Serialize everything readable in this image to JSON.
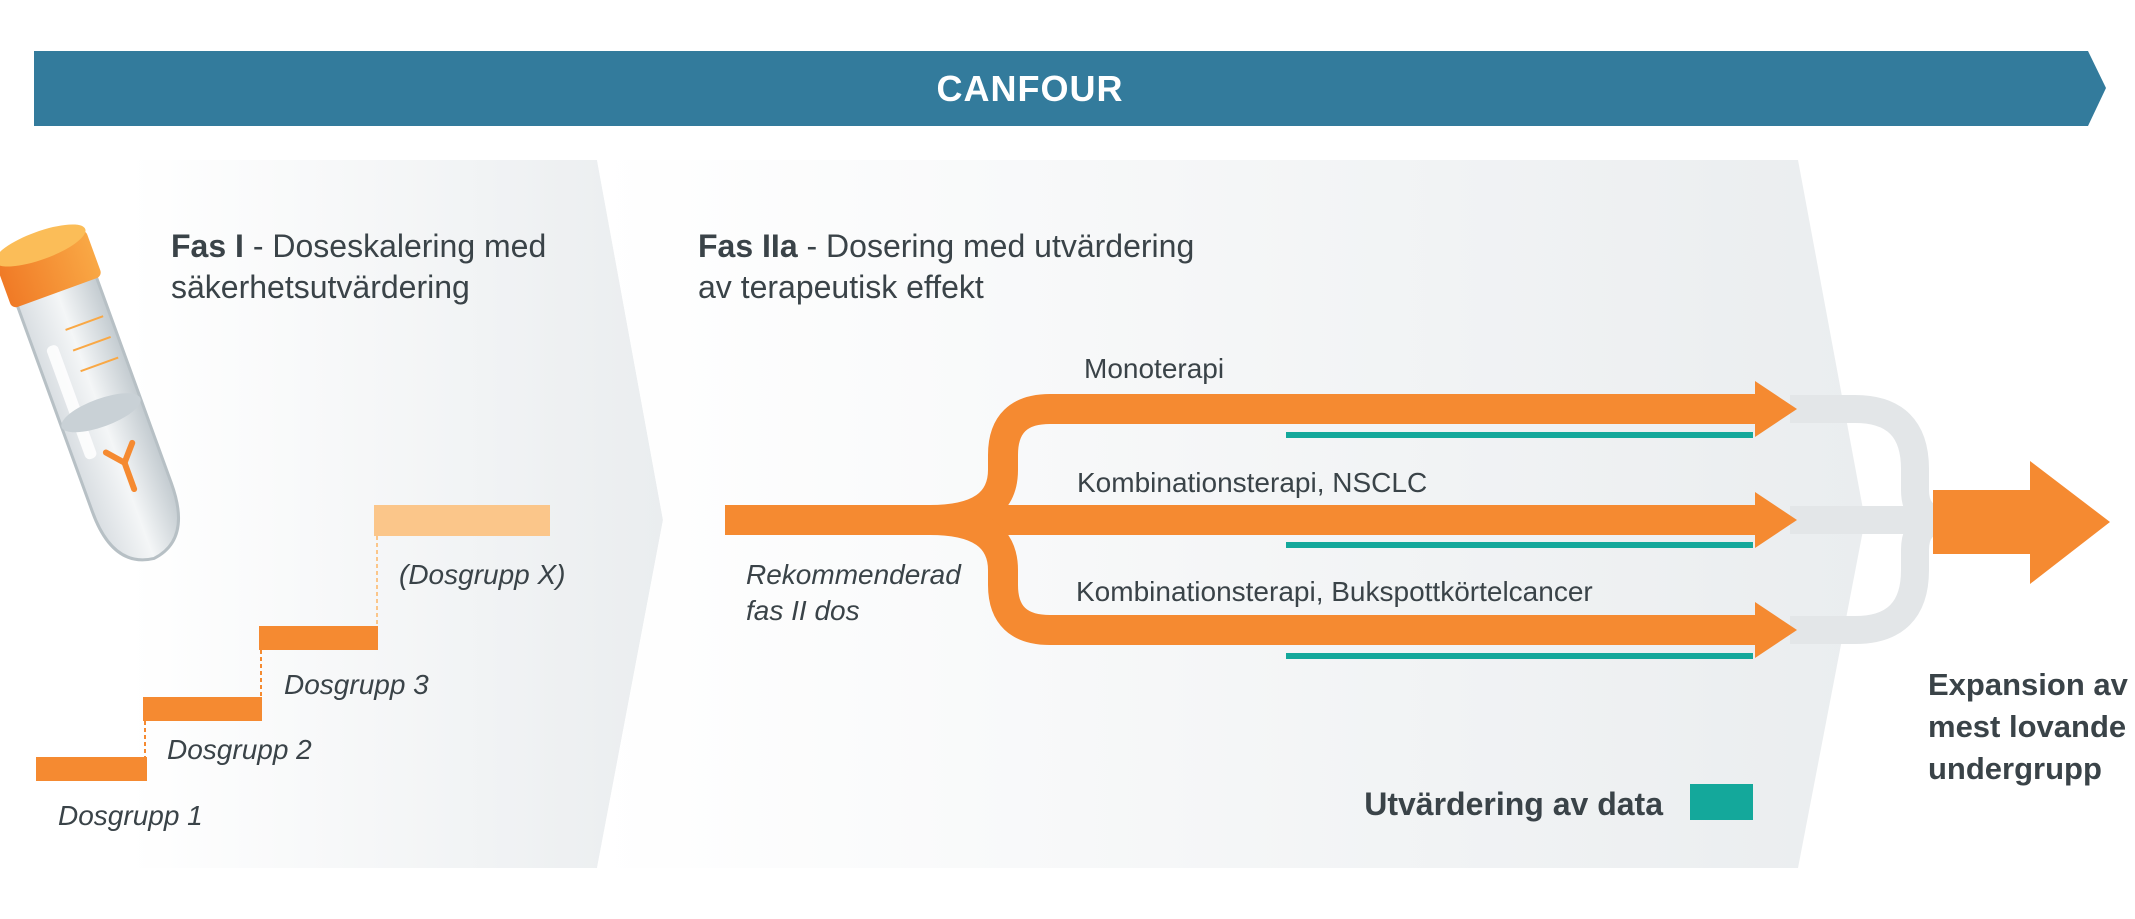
{
  "header": {
    "title": "CANFOUR"
  },
  "phase1": {
    "title_bold": "Fas I",
    "title_rest": " - Doseskalering med",
    "title_line2": "säkerhetsutvärdering",
    "groups": [
      "Dosgrupp 1",
      "Dosgrupp 2",
      "Dosgrupp 3",
      "(Dosgrupp X)"
    ]
  },
  "phase2": {
    "title_bold": "Fas IIa",
    "title_rest": " - Dosering med utvärdering",
    "title_line2": "av terapeutisk effekt",
    "dose_label_line1": "Rekommenderad",
    "dose_label_line2": "fas II dos",
    "arms": [
      "Monoterapi",
      "Kombinationsterapi, NSCLC",
      "Kombinationsterapi, Bukspottkörtelcancer"
    ],
    "legend_label": "Utvärdering av data"
  },
  "expansion": {
    "lines": [
      "Expansion av",
      "mest lovande",
      "undergrupp"
    ]
  },
  "colors": {
    "banner": "#337b9c",
    "orange": "#f58a31",
    "orange_light": "#fbc68a",
    "teal": "#14a89b",
    "grey_path": "#e3e6e8",
    "text": "#3a4348"
  },
  "icons": {
    "tube": "test-tube-antibody-icon"
  }
}
